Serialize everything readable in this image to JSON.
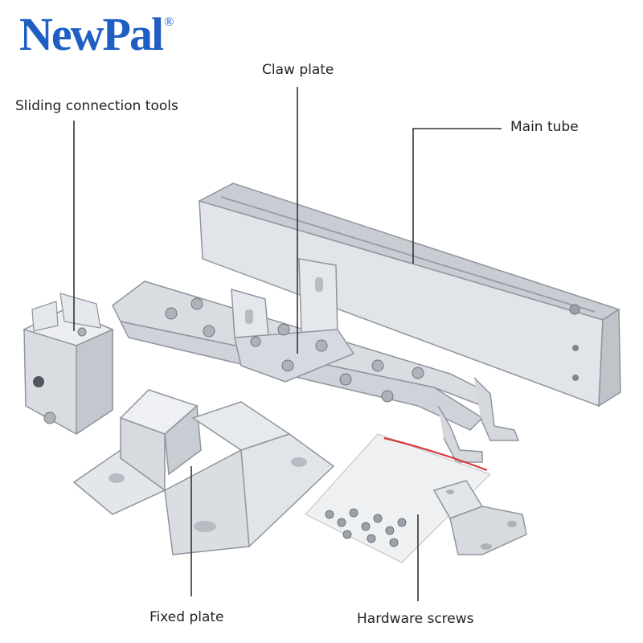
{
  "brand": {
    "name": "NewPal",
    "mark": "®",
    "color": "#1f5fc4"
  },
  "callouts": {
    "claw_plate": "Claw plate",
    "sliding_tools": "Sliding connection tools",
    "main_tube": "Main tube",
    "fixed_plate": "Fixed plate",
    "hardware_screws": "Hardware screws"
  },
  "colors": {
    "metal": "#dfe2e6",
    "metal_shade": "#b9bec5",
    "metal_dark": "#8f959d",
    "leader": "#333333",
    "bag_stripe": "#d93838"
  }
}
